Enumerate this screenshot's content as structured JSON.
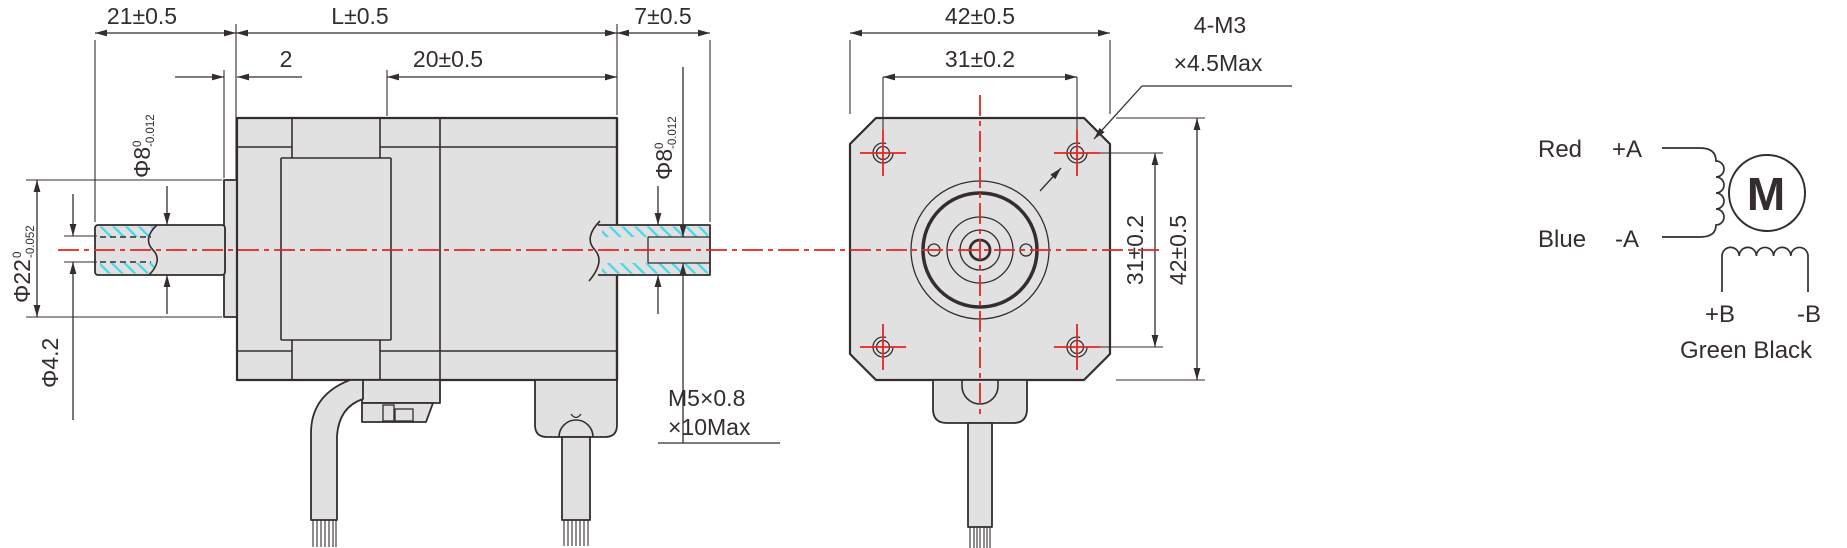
{
  "drawing": {
    "side_view": {
      "dim_rear_shaft_len": "21±0.5",
      "dim_body_len": "L±0.5",
      "dim_front_shaft_len": "7±0.5",
      "dim_boss_depth": "2",
      "dim_rear_section": "20±0.5",
      "dia_rear_shaft": {
        "base": "Φ8",
        "tol_upper": "0",
        "tol_lower": "-0.012"
      },
      "dia_front_shaft": {
        "base": "Φ8",
        "tol_upper": "0",
        "tol_lower": "-0.012"
      },
      "dia_boss": {
        "base": "Φ22",
        "tol_upper": "0",
        "tol_lower": "-0.052"
      },
      "dia_bore": "Φ4.2",
      "thread_note": {
        "line1": "M5×0.8",
        "line2": "×10Max"
      }
    },
    "front_view": {
      "dim_width": "42±0.5",
      "dim_hole_pitch_h": "31±0.2",
      "dim_hole_pitch_v": "31±0.2",
      "dim_height": "42±0.5",
      "mount_hole_note": {
        "line1": "4-M3",
        "line2": "×4.5Max"
      }
    },
    "wiring_diagram": {
      "lead_a_pos": {
        "color_label": "Red",
        "terminal": "+A"
      },
      "lead_a_neg": {
        "color_label": "Blue",
        "terminal": "-A"
      },
      "motor_symbol": "M",
      "lead_b_pos": "+B",
      "lead_b_neg": "-B",
      "lead_b_colors": "Green Black"
    },
    "colors": {
      "outline": "#352D2D",
      "fill": "#E1E1E1",
      "centerline": "#E82321",
      "hatch": "#3FD9EA",
      "background": "#FFFFFF"
    }
  }
}
